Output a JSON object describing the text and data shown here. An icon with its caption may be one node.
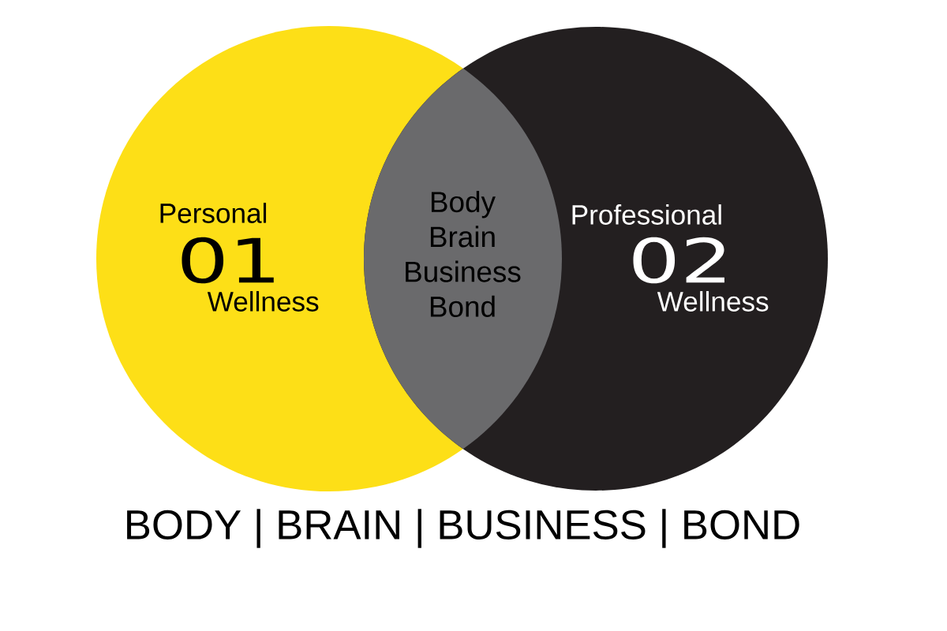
{
  "diagram": {
    "nodes": [
      {
        "text": [
          "Personal",
          "01",
          "Wellness"
        ]
      },
      {
        "text": [
          "Professional",
          "02",
          "Wellness"
        ]
      },
      {
        "text": [
          "Body Brain Business Bond"
        ]
      }
    ],
    "labels": [
      "BODY | BRAIN | BUSINESS | BOND"
    ]
  }
}
